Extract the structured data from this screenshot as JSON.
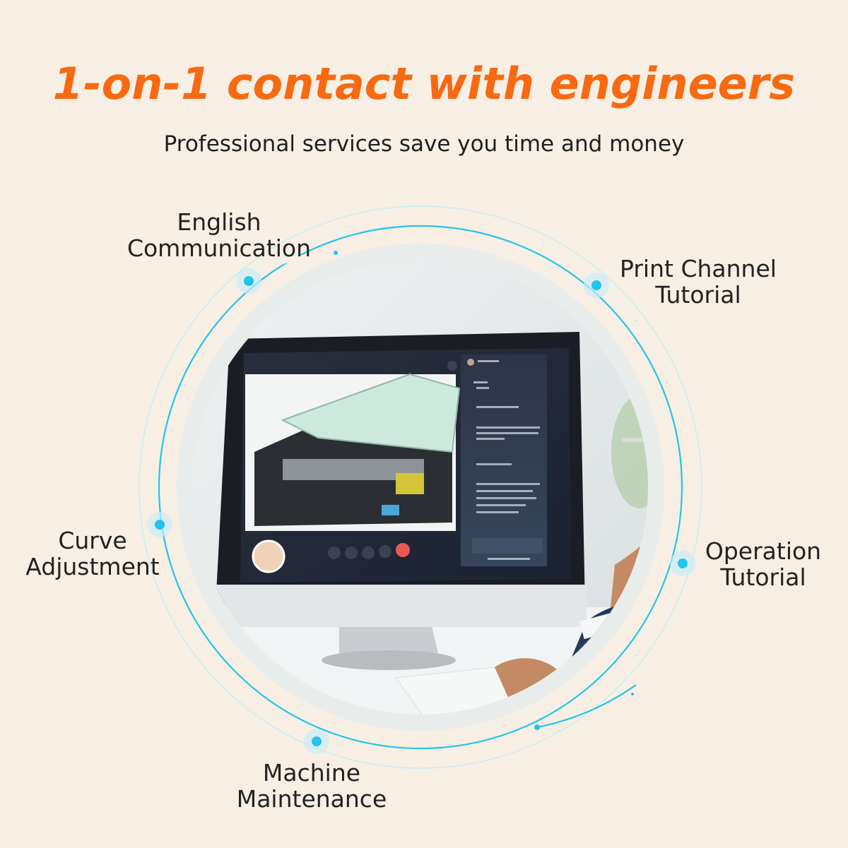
{
  "header": {
    "title": "1-on-1 contact with engineers",
    "subtitle": "Professional services save you time and money"
  },
  "services": [
    {
      "line1": "English",
      "line2": "Communication"
    },
    {
      "line1": "Print Channel",
      "line2": "Tutorial"
    },
    {
      "line1": "Curve",
      "line2": "Adjustment"
    },
    {
      "line1": "Operation",
      "line2": "Tutorial"
    },
    {
      "line1": "Machine",
      "line2": "Maintenance"
    }
  ],
  "colors": {
    "accent": "#f76a12",
    "ring": "#22c4ec",
    "background": "#f7efe4"
  },
  "icons": [
    "mute-icon",
    "mic-icon",
    "camera-icon",
    "share-icon",
    "end-call-icon",
    "close-icon",
    "settings-icon"
  ]
}
